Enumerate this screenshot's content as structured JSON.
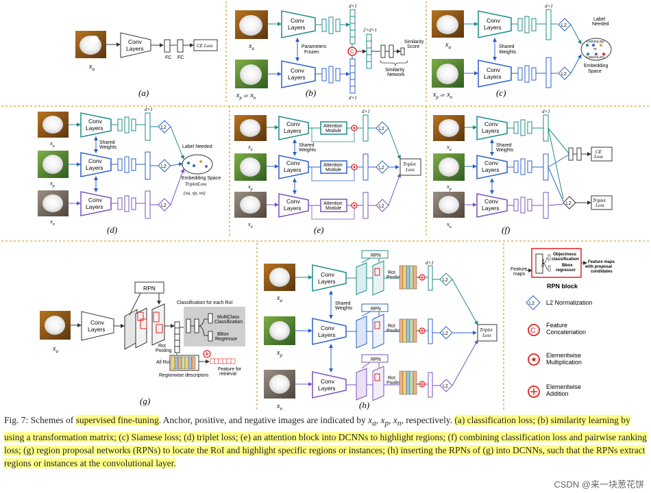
{
  "labels": {
    "conv": "Conv",
    "layers": "Layers",
    "fc": "FC",
    "ce_loss": "CE Loss",
    "l2": "L2",
    "d1": "d×1",
    "d2": "2×d×1",
    "param_frozen_1": "Parameters",
    "param_frozen_2": "Frozen",
    "shared_1": "Shared",
    "shared_2": "Weights",
    "sim_score_1": "Similarity",
    "sim_score_2": "Score",
    "sim_net_1": "Similarity",
    "sim_net_2": "Network",
    "label_needed": "Label Needed",
    "label_needed_b": "Label",
    "label_needed_c": "Needed",
    "embed_space": "Embedding Space",
    "embed_b": "Embedding",
    "embed_c": "Space",
    "triplet_loss": "TripletLoss",
    "triplet_loss2": "Triplet",
    "loss_word": "Loss",
    "triplet_tuple": "(xa, xp, xn)",
    "loss_ap": "Loss(xa,xp)",
    "loss_an": "Loss(xa,xn)",
    "or": "or",
    "attention_1": "Attention",
    "attention_2": "Module",
    "rpn": "RPN",
    "roi_pooling_1": "RoI",
    "roi_pooling_2": "Pooling",
    "cls_each_roi": "Classification for each RoI",
    "multiclass_1": "MultiClass",
    "multiclass_2": "Classification",
    "bbox_1": "BBox",
    "bbox_2": "Regressor",
    "all_rois": "All RoIs",
    "regionwise": "Regionwise descriptors",
    "feature_for_1": "Feature for",
    "feature_for_2": "retrieval",
    "xa": "x",
    "xp": "x",
    "xn": "x",
    "sub_a": "a",
    "sub_p": "p",
    "sub_n": "n",
    "xp_or_xn_or": "or"
  },
  "panel_captions": [
    "(a)",
    "(b)",
    "(c)",
    "(d)",
    "(e)",
    "(f)",
    "(g)",
    "(h)"
  ],
  "legend": {
    "feature_maps_1": "Feature",
    "feature_maps_2": "maps",
    "objectness_1": "Objectness",
    "objectness_2": "classification",
    "bbox_reg_1": "Bbox",
    "bbox_reg_2": "regressor",
    "conv_label": "Conv",
    "fm_proposal_1": "Feature maps",
    "fm_proposal_2": "with proposal",
    "fm_proposal_3": "condidates",
    "rpn_block": "RPN block",
    "l2_norm": "L2 Normalization",
    "feat_concat_1": "Feature",
    "feat_concat_2": "Concatenation",
    "elem_mult_1": "Elementwise",
    "elem_mult_2": "Multiplication",
    "elem_add_1": "Elementwise",
    "elem_add_2": "Addition"
  },
  "caption": {
    "p1": "Fig. 7: Schemes of ",
    "hl1": "supervised fine-tuning",
    "p2": ". Anchor, positive, and negative images are indicated by ",
    "xa": "x",
    "xa_sub": "a",
    "sep1": ", ",
    "xp": "x",
    "xp_sub": "p",
    "sep2": ", ",
    "xn": "x",
    "xn_sub": "n",
    "p3": ", respectively. ",
    "hl2": "(a) classification loss; (b) similarity learning by using a transformation matrix; (c) Siamese loss; (d) triplet loss; (e) an attention block into DCNNs to highlight regions; (f) combining classification loss and pairwise ranking loss; (g) region proposal networks (RPNs) to locate the RoI and highlight specific regions or instances; (h) inserting the RPNs of (g) into DCNNs, such that the RPNs extract regions or instances at the convolutional layer."
  },
  "watermark": "CSDN @来一块葱花饼",
  "colors": {
    "teal": "#1a8a8a",
    "blue": "#2a5fc8",
    "purple": "#7a4fbf",
    "red": "#e02020",
    "orange": "#d6a040",
    "green": "#3a8f3a"
  }
}
